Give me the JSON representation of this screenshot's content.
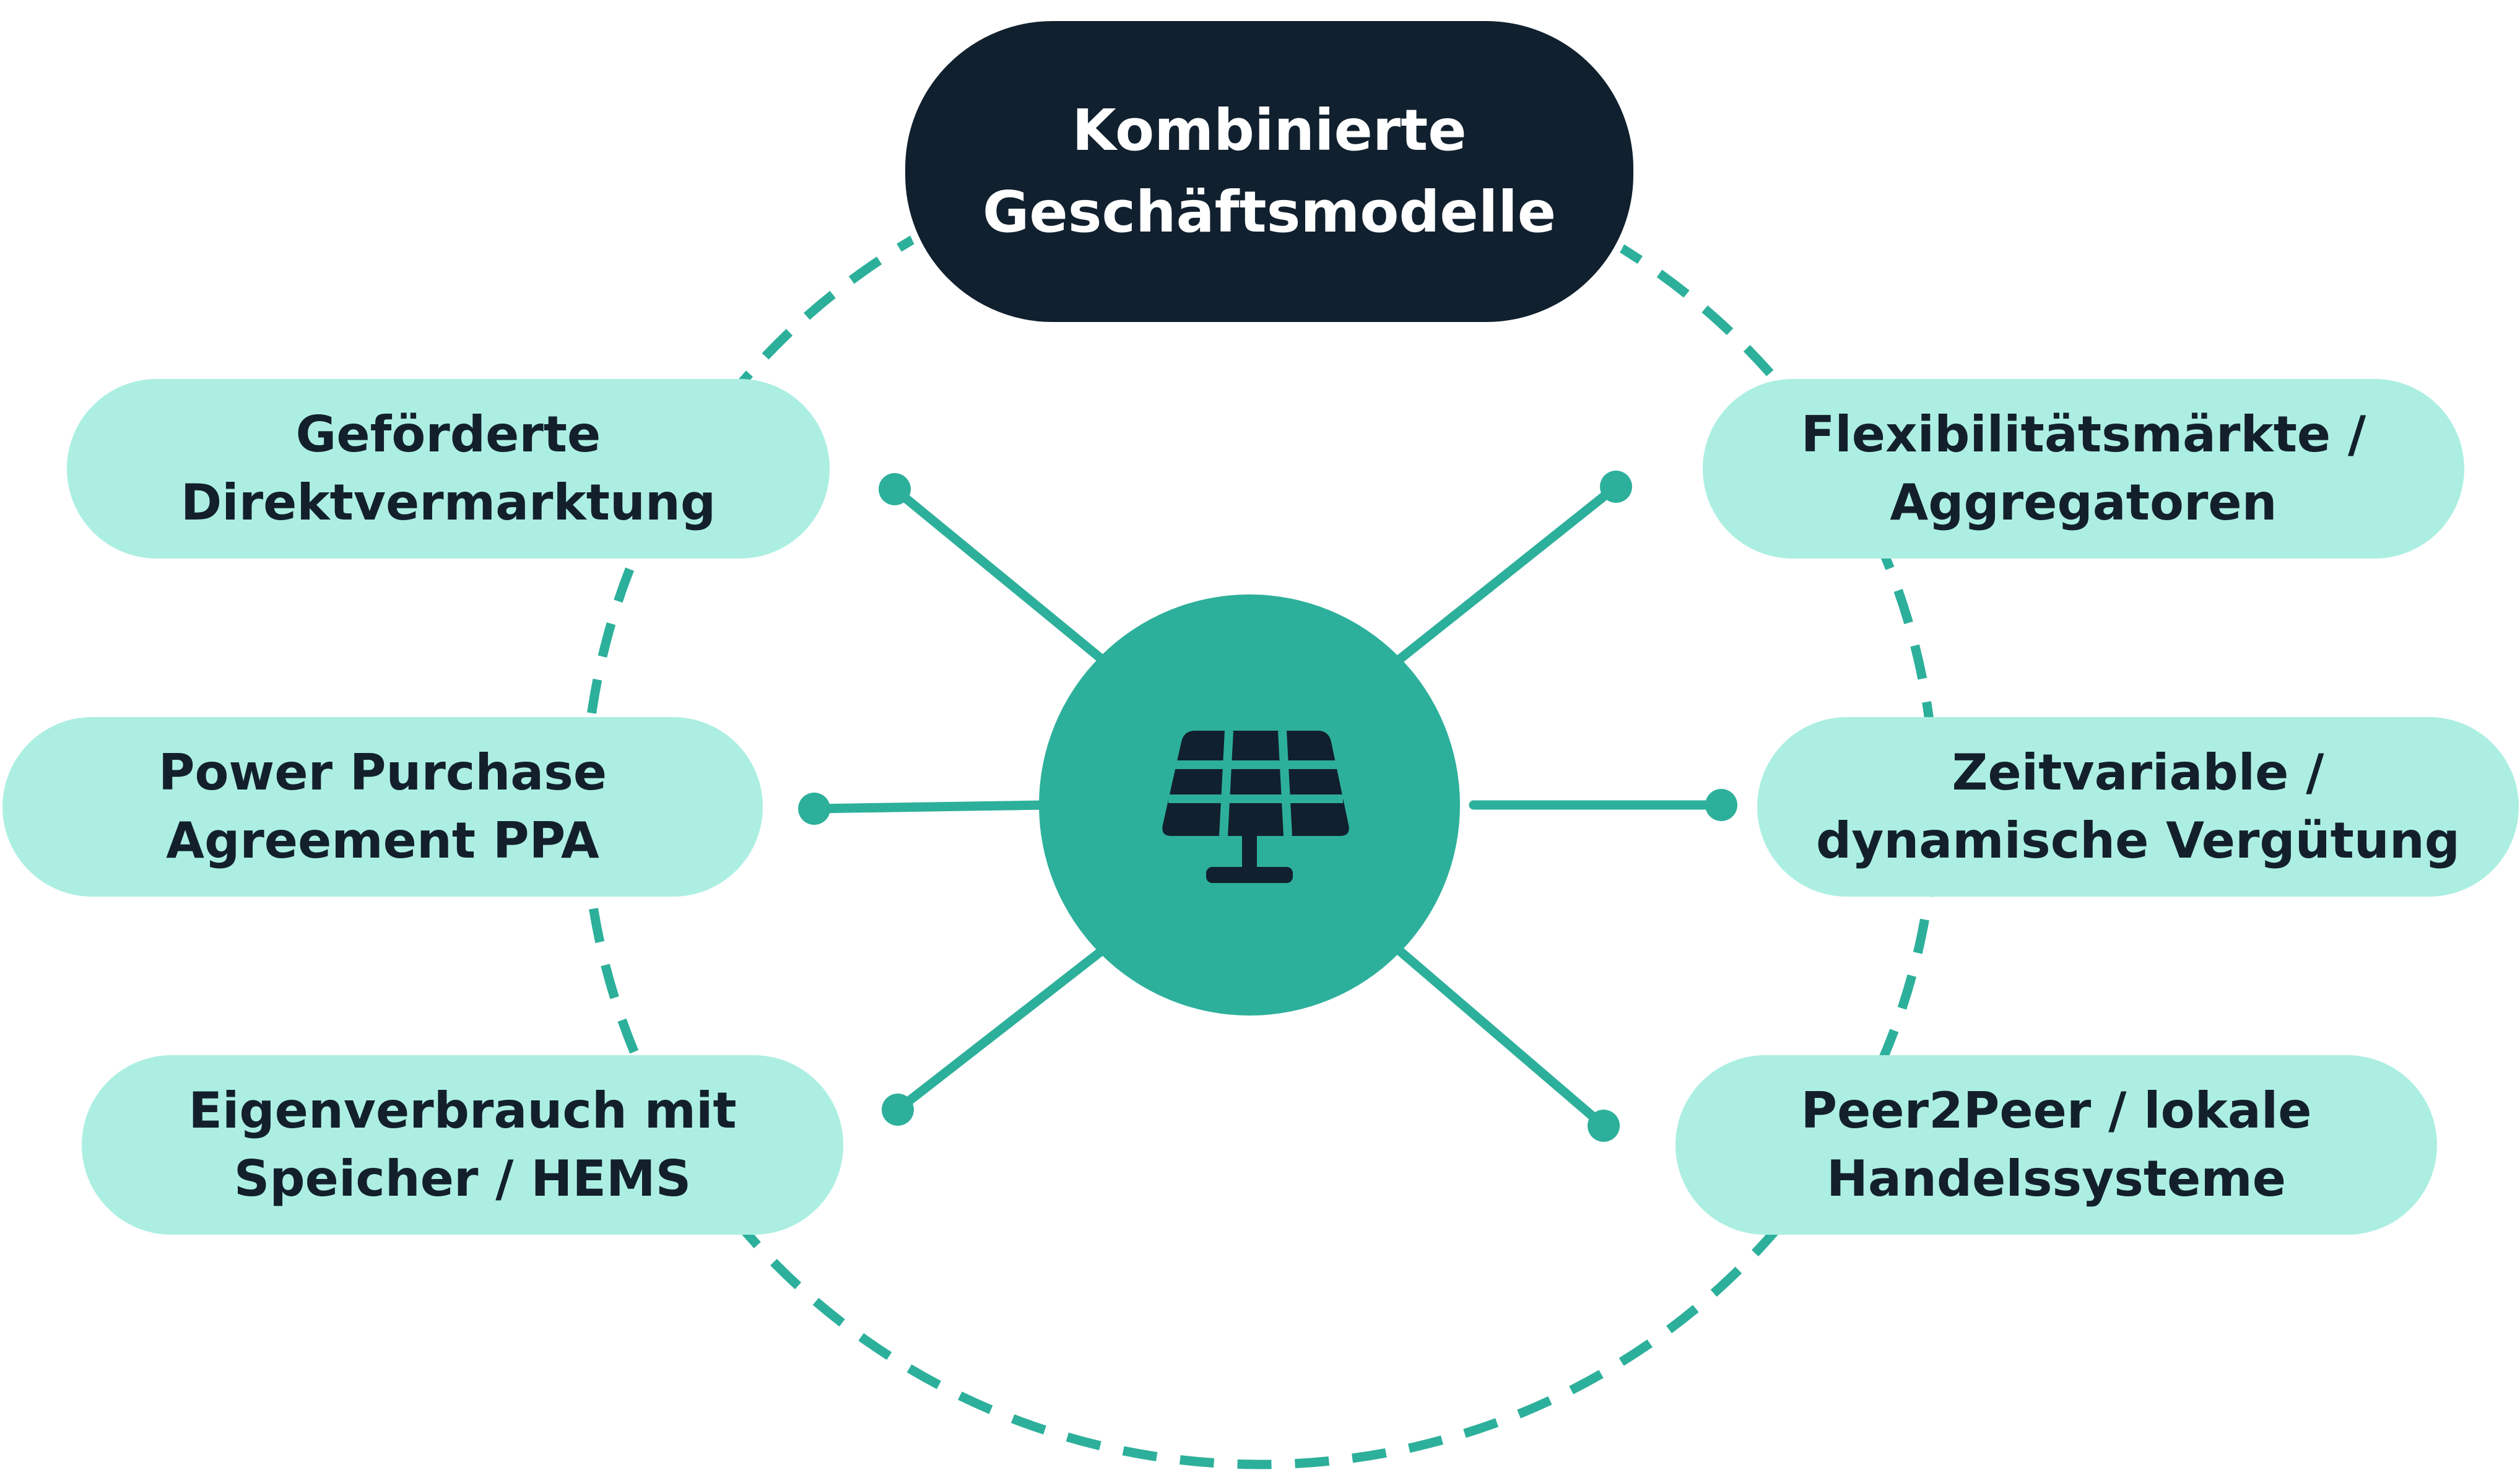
{
  "title": {
    "line1": "Kombinierte",
    "line2": "Geschäftsmodelle"
  },
  "center": {
    "icon": "solar-panel-icon"
  },
  "nodes": [
    {
      "id": "gefoerderte-direktvermarktung",
      "line1": "Geförderte",
      "line2": "Direktvermarktung"
    },
    {
      "id": "power-purchase-agreement",
      "line1": "Power Purchase",
      "line2": "Agreement PPA"
    },
    {
      "id": "eigenverbrauch-speicher",
      "line1": "Eigenverbrauch mit",
      "line2": "Speicher / HEMS"
    },
    {
      "id": "flexibilitaetsmaerkte",
      "line1": "Flexibilitätsmärkte /",
      "line2": "Aggregatoren"
    },
    {
      "id": "zeitvariable-verguetung",
      "line1": "Zeitvariable /",
      "line2": "dynamische Vergütung"
    },
    {
      "id": "peer2peer-handel",
      "line1": "Peer2Peer / lokale",
      "line2": "Handelssysteme"
    }
  ],
  "colors": {
    "accent": "#2db09b",
    "node_fill": "#acefe2",
    "title_fill": "#11202e",
    "text_dark": "#13202c",
    "text_light": "#ffffff"
  }
}
